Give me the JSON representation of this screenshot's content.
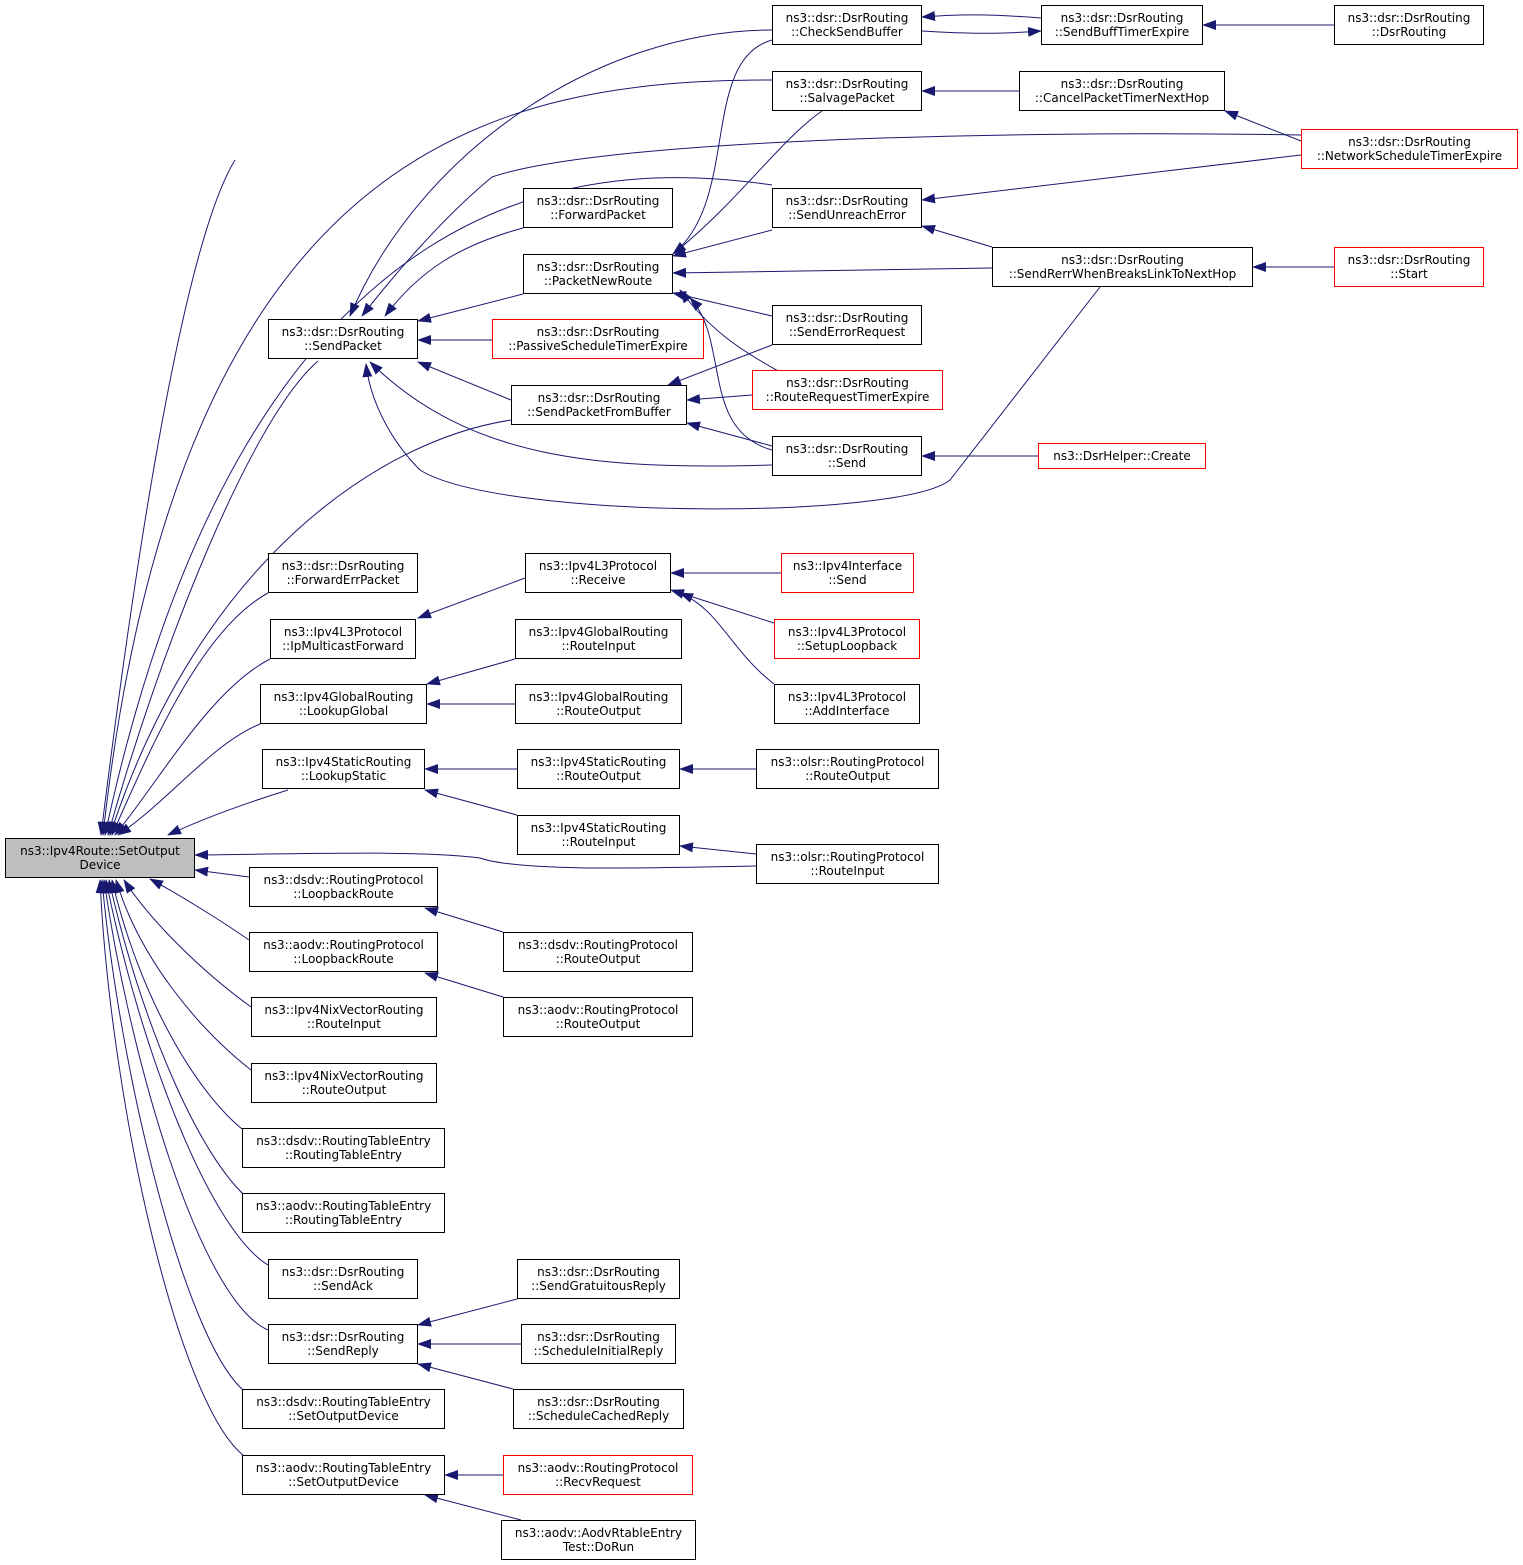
{
  "colors": {
    "edge": "#191970",
    "border": "#000000",
    "truncated_border": "#ff0000",
    "root_fill": "#bfbfbf"
  },
  "nodes": {
    "root": {
      "l1": "ns3::Ipv4Route::SetOutput",
      "l2": "Device"
    },
    "checksend": {
      "l1": "ns3::dsr::DsrRouting",
      "l2": "::CheckSendBuffer"
    },
    "buffexp": {
      "l1": "ns3::dsr::DsrRouting",
      "l2": "::SendBuffTimerExpire"
    },
    "dsrrouting": {
      "l1": "ns3::dsr::DsrRouting",
      "l2": "::DsrRouting"
    },
    "salvage": {
      "l1": "ns3::dsr::DsrRouting",
      "l2": "::SalvagePacket"
    },
    "cancelnext": {
      "l1": "ns3::dsr::DsrRouting",
      "l2": "::CancelPacketTimerNextHop"
    },
    "netsched": {
      "l1": "ns3::dsr::DsrRouting",
      "l2": "::NetworkScheduleTimerExpire"
    },
    "fwdpacket": {
      "l1": "ns3::dsr::DsrRouting",
      "l2": "::ForwardPacket"
    },
    "unreach": {
      "l1": "ns3::dsr::DsrRouting",
      "l2": "::SendUnreachError"
    },
    "pnewroute": {
      "l1": "ns3::dsr::DsrRouting",
      "l2": "::PacketNewRoute"
    },
    "rerr": {
      "l1": "ns3::dsr::DsrRouting",
      "l2": "::SendRerrWhenBreaksLinkToNextHop"
    },
    "start": {
      "l1": "ns3::dsr::DsrRouting",
      "l2": "::Start"
    },
    "sendpacket": {
      "l1": "ns3::dsr::DsrRouting",
      "l2": "::SendPacket"
    },
    "passive": {
      "l1": "ns3::dsr::DsrRouting",
      "l2": "::PassiveScheduleTimerExpire"
    },
    "errreq": {
      "l1": "ns3::dsr::DsrRouting",
      "l2": "::SendErrorRequest"
    },
    "rreqtimer": {
      "l1": "ns3::dsr::DsrRouting",
      "l2": "::RouteRequestTimerExpire"
    },
    "spfb": {
      "l1": "ns3::dsr::DsrRouting",
      "l2": "::SendPacketFromBuffer"
    },
    "send": {
      "l1": "ns3::dsr::DsrRouting",
      "l2": "::Send"
    },
    "helper": {
      "l1": "ns3::DsrHelper::Create",
      "l2": ""
    },
    "fwderr": {
      "l1": "ns3::dsr::DsrRouting",
      "l2": "::ForwardErrPacket"
    },
    "receive": {
      "l1": "ns3::Ipv4L3Protocol",
      "l2": "::Receive"
    },
    "ifsend": {
      "l1": "ns3::Ipv4Interface",
      "l2": "::Send"
    },
    "ipmcast": {
      "l1": "ns3::Ipv4L3Protocol",
      "l2": "::IpMulticastForward"
    },
    "grin": {
      "l1": "ns3::Ipv4GlobalRouting",
      "l2": "::RouteInput"
    },
    "setuploop": {
      "l1": "ns3::Ipv4L3Protocol",
      "l2": "::SetupLoopback"
    },
    "lookglobal": {
      "l1": "ns3::Ipv4GlobalRouting",
      "l2": "::LookupGlobal"
    },
    "grout": {
      "l1": "ns3::Ipv4GlobalRouting",
      "l2": "::RouteOutput"
    },
    "addif": {
      "l1": "ns3::Ipv4L3Protocol",
      "l2": "::AddInterface"
    },
    "lookstatic": {
      "l1": "ns3::Ipv4StaticRouting",
      "l2": "::LookupStatic"
    },
    "srout": {
      "l1": "ns3::Ipv4StaticRouting",
      "l2": "::RouteOutput"
    },
    "olsrout": {
      "l1": "ns3::olsr::RoutingProtocol",
      "l2": "::RouteOutput"
    },
    "srin": {
      "l1": "ns3::Ipv4StaticRouting",
      "l2": "::RouteInput"
    },
    "olsrin": {
      "l1": "ns3::olsr::RoutingProtocol",
      "l2": "::RouteInput"
    },
    "dsdvloop": {
      "l1": "ns3::dsdv::RoutingProtocol",
      "l2": "::LoopbackRoute"
    },
    "dsdvrout": {
      "l1": "ns3::dsdv::RoutingProtocol",
      "l2": "::RouteOutput"
    },
    "aodvloop": {
      "l1": "ns3::aodv::RoutingProtocol",
      "l2": "::LoopbackRoute"
    },
    "aodvrout": {
      "l1": "ns3::aodv::RoutingProtocol",
      "l2": "::RouteOutput"
    },
    "nixin": {
      "l1": "ns3::Ipv4NixVectorRouting",
      "l2": "::RouteInput"
    },
    "nixout": {
      "l1": "ns3::Ipv4NixVectorRouting",
      "l2": "::RouteOutput"
    },
    "dsdvrte": {
      "l1": "ns3::dsdv::RoutingTableEntry",
      "l2": "::RoutingTableEntry"
    },
    "aodvrte": {
      "l1": "ns3::aodv::RoutingTableEntry",
      "l2": "::RoutingTableEntry"
    },
    "sendack": {
      "l1": "ns3::dsr::DsrRouting",
      "l2": "::SendAck"
    },
    "gratuitous": {
      "l1": "ns3::dsr::DsrRouting",
      "l2": "::SendGratuitousReply"
    },
    "sendreply": {
      "l1": "ns3::dsr::DsrRouting",
      "l2": "::SendReply"
    },
    "initreply": {
      "l1": "ns3::dsr::DsrRouting",
      "l2": "::ScheduleInitialReply"
    },
    "cachedreply": {
      "l1": "ns3::dsr::DsrRouting",
      "l2": "::ScheduleCachedReply"
    },
    "dsdvsod": {
      "l1": "ns3::dsdv::RoutingTableEntry",
      "l2": "::SetOutputDevice"
    },
    "aodvsod": {
      "l1": "ns3::aodv::RoutingTableEntry",
      "l2": "::SetOutputDevice"
    },
    "recvreq": {
      "l1": "ns3::aodv::RoutingProtocol",
      "l2": "::RecvRequest"
    },
    "dorun": {
      "l1": "ns3::aodv::AodvRtableEntry",
      "l2": "Test::DoRun"
    }
  }
}
